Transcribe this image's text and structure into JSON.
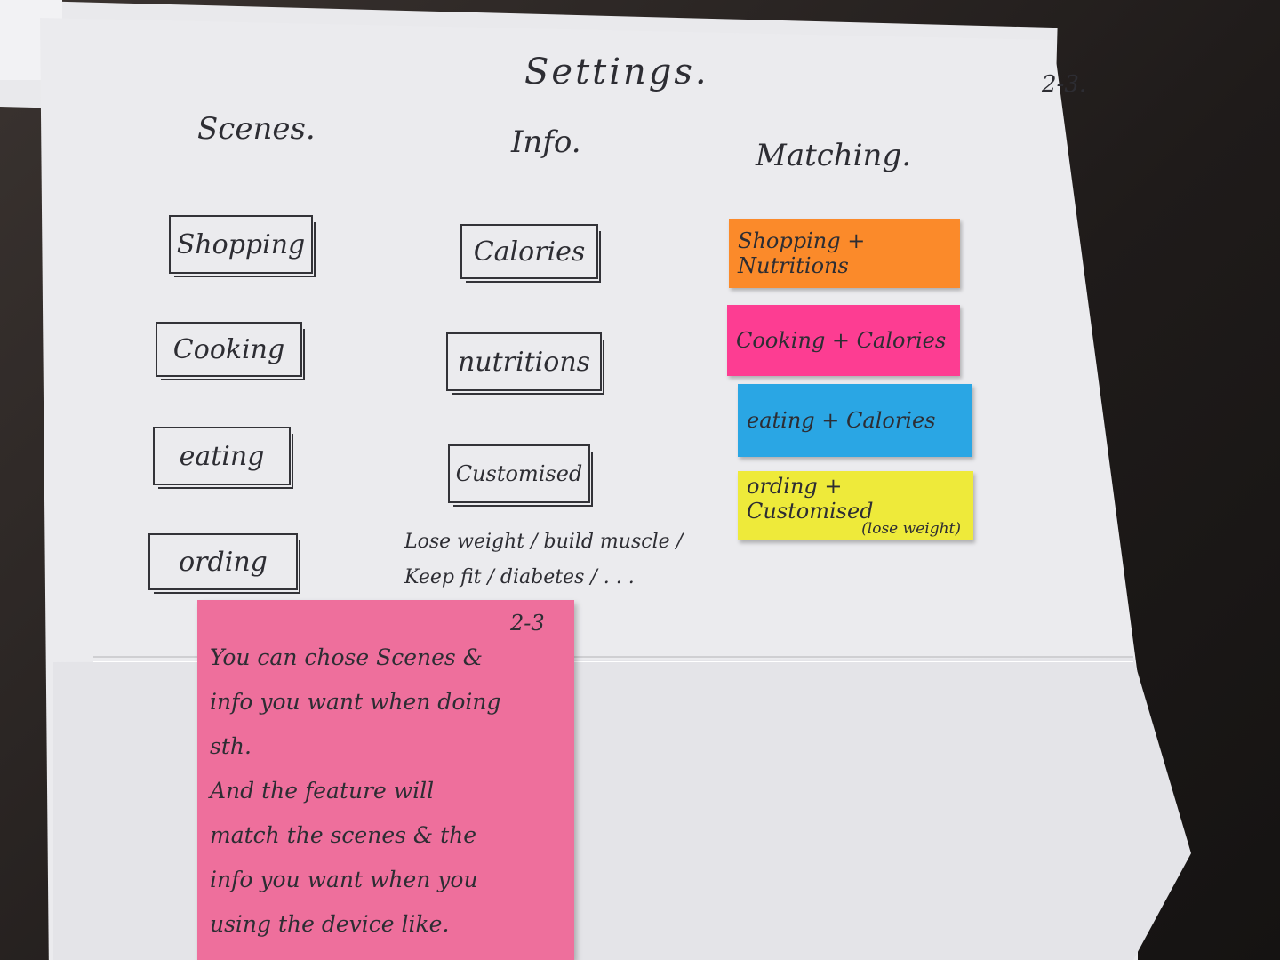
{
  "page": {
    "title": "Settings.",
    "page_code": "2-3."
  },
  "columns": {
    "scenes": {
      "heading": "Scenes.",
      "options": [
        "Shopping",
        "Cooking",
        "eating",
        "ording"
      ]
    },
    "info": {
      "heading": "Info.",
      "options": [
        "Calories",
        "nutritions",
        "Customised"
      ],
      "examples": [
        "Lose weight / build muscle /",
        "Keep fit / diabetes / . . ."
      ]
    },
    "matching": {
      "heading": "Matching.",
      "pairs": [
        {
          "label": "Shopping + Nutritions",
          "sub": "",
          "color": "#fb8a2a"
        },
        {
          "label": "Cooking + Calories",
          "sub": "",
          "color": "#fd3d92"
        },
        {
          "label": "eating + Calories",
          "sub": "",
          "color": "#2aa6e4"
        },
        {
          "label": "ording + Customised",
          "sub": "(lose weight)",
          "color": "#eeea3a"
        }
      ]
    }
  },
  "note": {
    "code": "2-3",
    "color": "#ee6f9c",
    "lines": [
      "You can chose Scenes &",
      "info you want when doing",
      "sth.",
      "And the feature will",
      "match the scenes & the",
      "info you want when you",
      "using the device like."
    ]
  }
}
